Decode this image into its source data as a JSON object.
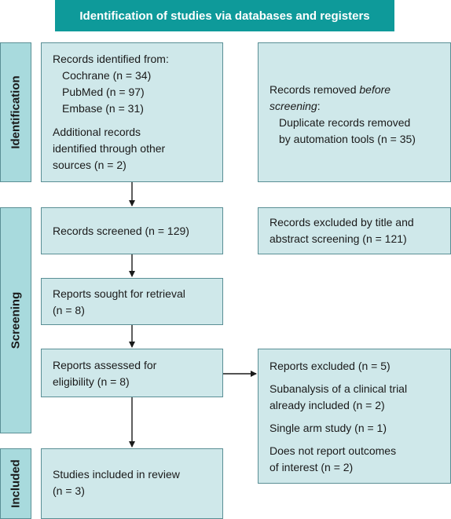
{
  "header": {
    "title": "Identification of studies via databases and registers"
  },
  "phases": {
    "identification": "Identification",
    "screening": "Screening",
    "included": "Included"
  },
  "records_identified": {
    "title": "Records identified from:",
    "sources": [
      "Cochrane (n = 34)",
      "PubMed (n = 97)",
      "Embase (n = 31)"
    ],
    "additional": [
      "Additional records",
      "identified through other",
      "sources (n = 2)"
    ]
  },
  "records_removed": {
    "title_prefix": "Records removed ",
    "title_emphasis": "before",
    "title_line2_emphasis": "screening",
    "title_line2_suffix": ":",
    "detail": [
      "Duplicate records removed",
      "by automation tools (n = 35)"
    ]
  },
  "records_screened": {
    "text": "Records screened (n = 129)"
  },
  "records_excluded": {
    "lines": [
      "Records excluded by title and",
      "abstract screening (n = 121)"
    ]
  },
  "reports_sought": {
    "lines": [
      "Reports sought for retrieval",
      "(n = 8)"
    ]
  },
  "reports_assessed": {
    "lines": [
      "Reports assessed for",
      "eligibility (n = 8)"
    ]
  },
  "reports_excluded": {
    "title": "Reports excluded (n = 5)",
    "reasons": [
      [
        "Subanalysis of a clinical trial",
        "already included (n = 2)"
      ],
      [
        "Single arm study  (n = 1)"
      ],
      [
        "Does not report outcomes",
        "of interest  (n = 2)"
      ]
    ]
  },
  "studies_included": {
    "lines": [
      "Studies included in review",
      "(n = 3)"
    ]
  },
  "colors": {
    "header": "#0e9a9a",
    "phase": "#a8dadd",
    "box": "#cfe8ea",
    "border": "#5a8f95"
  }
}
